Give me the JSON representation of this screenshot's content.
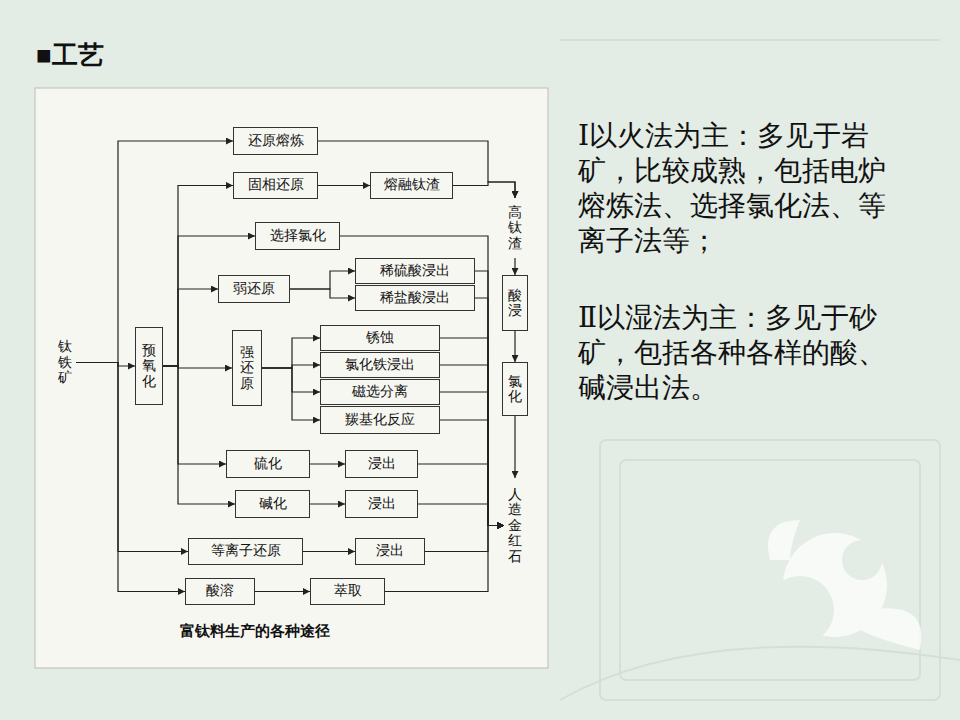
{
  "diagram": {
    "title": "■工艺",
    "caption": "富钛料生产的各种途径",
    "nodes": [
      {
        "text": [
          "钛铁矿"
        ]
      },
      {
        "text": [
          "预氧化"
        ]
      },
      {
        "text": [
          "还原熔炼"
        ]
      },
      {
        "text": [
          "固相还原"
        ]
      },
      {
        "text": [
          "熔融钛渣"
        ]
      },
      {
        "text": [
          "选择氯化"
        ]
      },
      {
        "text": [
          "弱还原"
        ]
      },
      {
        "text": [
          "稀硫酸浸出"
        ]
      },
      {
        "text": [
          "稀盐酸浸出"
        ]
      },
      {
        "text": [
          "强还原"
        ]
      },
      {
        "text": [
          "锈蚀"
        ]
      },
      {
        "text": [
          "氯化铁浸出"
        ]
      },
      {
        "text": [
          "磁选分离"
        ]
      },
      {
        "text": [
          "羰基化反应"
        ]
      },
      {
        "text": [
          "硫化"
        ]
      },
      {
        "text": [
          "浸出"
        ]
      },
      {
        "text": [
          "碱化"
        ]
      },
      {
        "text": [
          "浸出"
        ]
      },
      {
        "text": [
          "等离子还原"
        ]
      },
      {
        "text": [
          "浸出"
        ]
      },
      {
        "text": [
          "酸溶"
        ]
      },
      {
        "text": [
          "萃取"
        ]
      },
      {
        "text": [
          "高钛渣"
        ]
      },
      {
        "text": [
          "酸浸"
        ]
      },
      {
        "text": [
          "氯化"
        ]
      },
      {
        "text": [
          "人造金红石"
        ]
      }
    ],
    "edges": [
      {
        "from": 0,
        "to": 2,
        "arrow": "to"
      },
      {
        "from": 0,
        "to": 1,
        "arrow": "to"
      },
      {
        "from": 0,
        "to": 18,
        "arrow": "to"
      },
      {
        "from": 0,
        "to": 20,
        "arrow": "to"
      },
      {
        "from": 1,
        "to": 3,
        "arrow": "to"
      },
      {
        "from": 1,
        "to": 5,
        "arrow": "to"
      },
      {
        "from": 1,
        "to": 6,
        "arrow": "to"
      },
      {
        "from": 1,
        "to": 9,
        "arrow": "to"
      },
      {
        "from": 1,
        "to": 14,
        "arrow": "to"
      },
      {
        "from": 1,
        "to": 16,
        "arrow": "to"
      },
      {
        "from": 2,
        "to": 22,
        "arrow": "to"
      },
      {
        "from": 3,
        "to": 4,
        "arrow": "to"
      },
      {
        "from": 4,
        "to": 22,
        "arrow": "to"
      },
      {
        "from": 5,
        "to": 25,
        "arrow": "to"
      },
      {
        "from": 6,
        "to": 7,
        "arrow": "to"
      },
      {
        "from": 6,
        "to": 8,
        "arrow": "to"
      },
      {
        "from": 7,
        "to": 25,
        "arrow": "to"
      },
      {
        "from": 8,
        "to": 25,
        "arrow": "to"
      },
      {
        "from": 9,
        "to": 10,
        "arrow": "to"
      },
      {
        "from": 9,
        "to": 11,
        "arrow": "to"
      },
      {
        "from": 9,
        "to": 12,
        "arrow": "to"
      },
      {
        "from": 9,
        "to": 13,
        "arrow": "to"
      },
      {
        "from": 10,
        "to": 25,
        "arrow": "to"
      },
      {
        "from": 11,
        "to": 25,
        "arrow": "to"
      },
      {
        "from": 12,
        "to": 25,
        "arrow": "to"
      },
      {
        "from": 13,
        "to": 25,
        "arrow": "to"
      },
      {
        "from": 14,
        "to": 15,
        "arrow": "to"
      },
      {
        "from": 15,
        "to": 25,
        "arrow": "to"
      },
      {
        "from": 16,
        "to": 17,
        "arrow": "to"
      },
      {
        "from": 17,
        "to": 25,
        "arrow": "to"
      },
      {
        "from": 18,
        "to": 19,
        "arrow": "to"
      },
      {
        "from": 19,
        "to": 25,
        "arrow": "to"
      },
      {
        "from": 20,
        "to": 21,
        "arrow": "to"
      },
      {
        "from": 21,
        "to": 25,
        "arrow": "to"
      },
      {
        "from": 22,
        "to": 23,
        "arrow": "to"
      },
      {
        "from": 23,
        "to": 24,
        "arrow": "to"
      },
      {
        "from": 24,
        "to": 25,
        "arrow": "to"
      }
    ],
    "labels": [
      "Ⅰ以火法为主：多见于岩矿，比较成熟，包括电炉熔炼法、选择氯化法、等离子法等；",
      "Ⅱ以湿法为主：多见于砂矿，包括各种各样的酸、碱浸出法。"
    ]
  }
}
